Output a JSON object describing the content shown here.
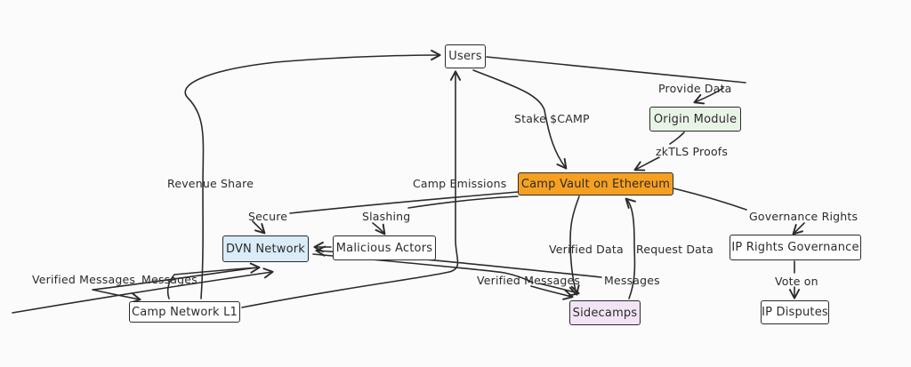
{
  "colors": {
    "background": "#fbfbfb",
    "stroke": "#2b2b2b",
    "text": "#2b2b2b",
    "vault_orange": "#f6a021",
    "origin_green": "#e8f4e6",
    "dvn_blue": "#d9ecf8",
    "sidecamps_purple": "#f2e3f5",
    "plain_white": "#ffffff"
  },
  "nodes": {
    "users": {
      "label": "Users",
      "fill": "#ffffff"
    },
    "origin_module": {
      "label": "Origin Module",
      "fill": "#e8f4e6"
    },
    "camp_vault": {
      "label": "Camp Vault on Ethereum",
      "fill": "#f6a021"
    },
    "dvn_network": {
      "label": "DVN Network",
      "fill": "#d9ecf8"
    },
    "malicious_actors": {
      "label": "Malicious Actors",
      "fill": "#ffffff"
    },
    "camp_network_l1": {
      "label": "Camp Network L1",
      "fill": "#ffffff"
    },
    "sidecamps": {
      "label": "Sidecamps",
      "fill": "#f2e3f5"
    },
    "ip_rights_governance": {
      "label": "IP Rights Governance",
      "fill": "#ffffff"
    },
    "ip_disputes": {
      "label": "IP Disputes",
      "fill": "#ffffff"
    }
  },
  "edge_labels": {
    "provide_data": "Provide Data",
    "stake_camp": "Stake $CAMP",
    "zktls_proofs": "zkTLS Proofs",
    "revenue_share": "Revenue Share",
    "camp_emissions": "Camp Emissions",
    "secure": "Secure",
    "slashing": "Slashing",
    "governance_rights": "Governance Rights",
    "verified_data": "Verified Data",
    "request_data": "Request Data",
    "verified_messages_left": "Verified Messages",
    "messages_left": "Messages",
    "verified_messages_center": "Verified Messages",
    "messages_center": "Messages",
    "vote_on": "Vote on"
  }
}
